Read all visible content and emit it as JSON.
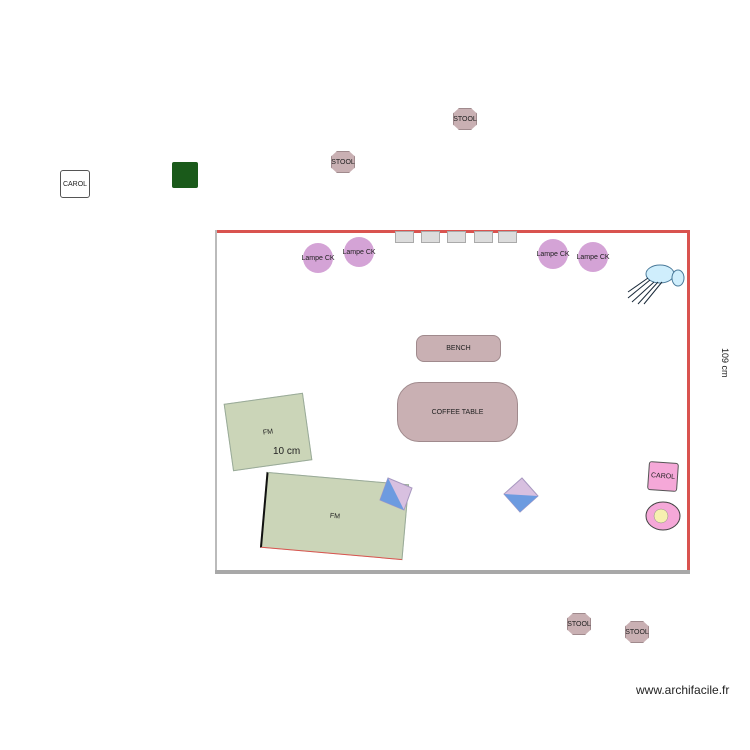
{
  "items": {
    "carol_left": "CAROL",
    "carol_right": "CAROL",
    "stool_1": "STOOL",
    "stool_2": "STOOL",
    "stool_3": "STOOL",
    "stool_4": "STOOL",
    "lamp_1": "Lampe CK",
    "lamp_2": "Lampe CK",
    "lamp_3": "Lampe CK",
    "lamp_4": "Lampe CK",
    "bench": "BENCH",
    "coffee_table": "COFFEE TABLE",
    "fm_small": "FM",
    "fm_large": "FM",
    "dimension_10cm": "10 cm",
    "dimension_side": "109 cm"
  },
  "watermark": "www.archifacile.fr",
  "colors": {
    "wall_accent": "#d9534f",
    "stool": "#c9b0b3",
    "lamp": "#d4a3d6",
    "rug": "#cbd5b8",
    "plant": "#1a5a1a",
    "carol_pink": "#f5a8d8"
  }
}
